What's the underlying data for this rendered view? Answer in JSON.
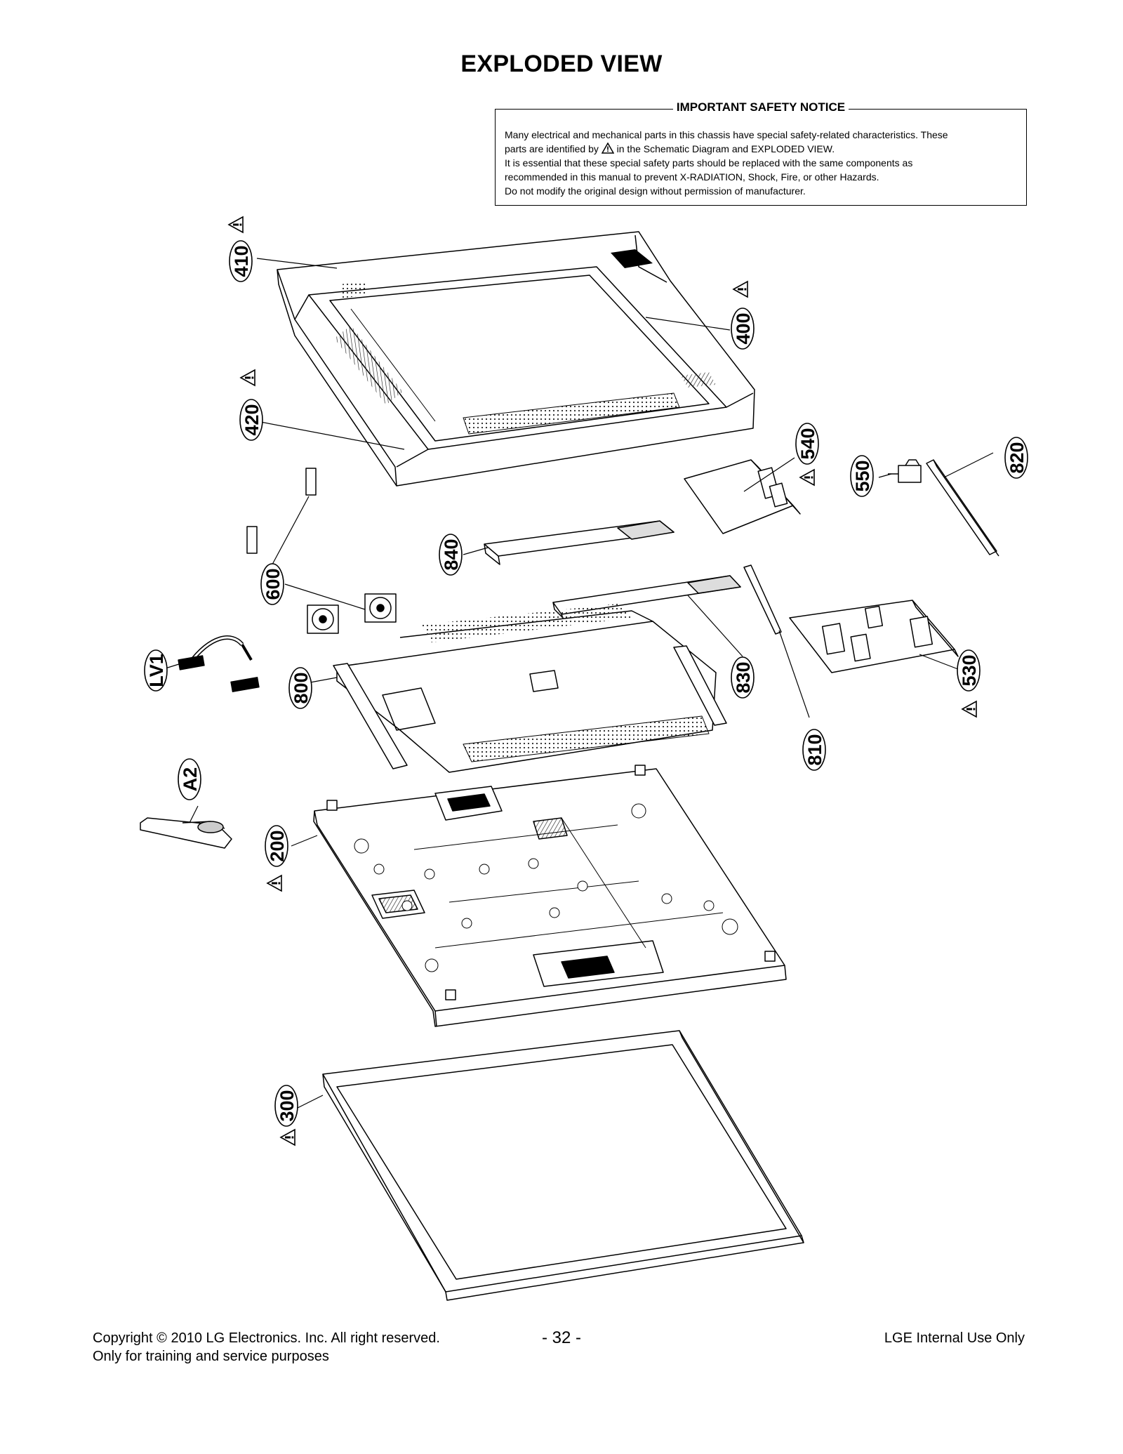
{
  "page_title": "EXPLODED VIEW",
  "notice": {
    "title": "IMPORTANT SAFETY NOTICE",
    "line1": "Many electrical and mechanical parts in this chassis have special safety-related characteristics. These",
    "line2a": "parts are identified by",
    "line2b": "in the Schematic Diagram and EXPLODED VIEW.",
    "line3": "It is essential that these special safety parts should be replaced with the same components as",
    "line4": "recommended in this manual to prevent X-RADIATION, Shock, Fire, or other Hazards.",
    "line5": "Do not modify the original design without permission of manufacturer."
  },
  "parts": {
    "p410": "410",
    "p400": "400",
    "p420": "420",
    "p540": "540",
    "p550": "550",
    "p820": "820",
    "p840": "840",
    "p600": "600",
    "pLV1": "LV1",
    "p800": "800",
    "p830": "830",
    "p530": "530",
    "p810": "810",
    "pA2": "A2",
    "p200": "200",
    "p300": "300"
  },
  "footer": {
    "copyright": "Copyright © 2010 LG Electronics. Inc. All right reserved.",
    "purpose": "Only for training and service purposes",
    "page_number": "- 32 -",
    "internal": "LGE Internal Use Only"
  }
}
